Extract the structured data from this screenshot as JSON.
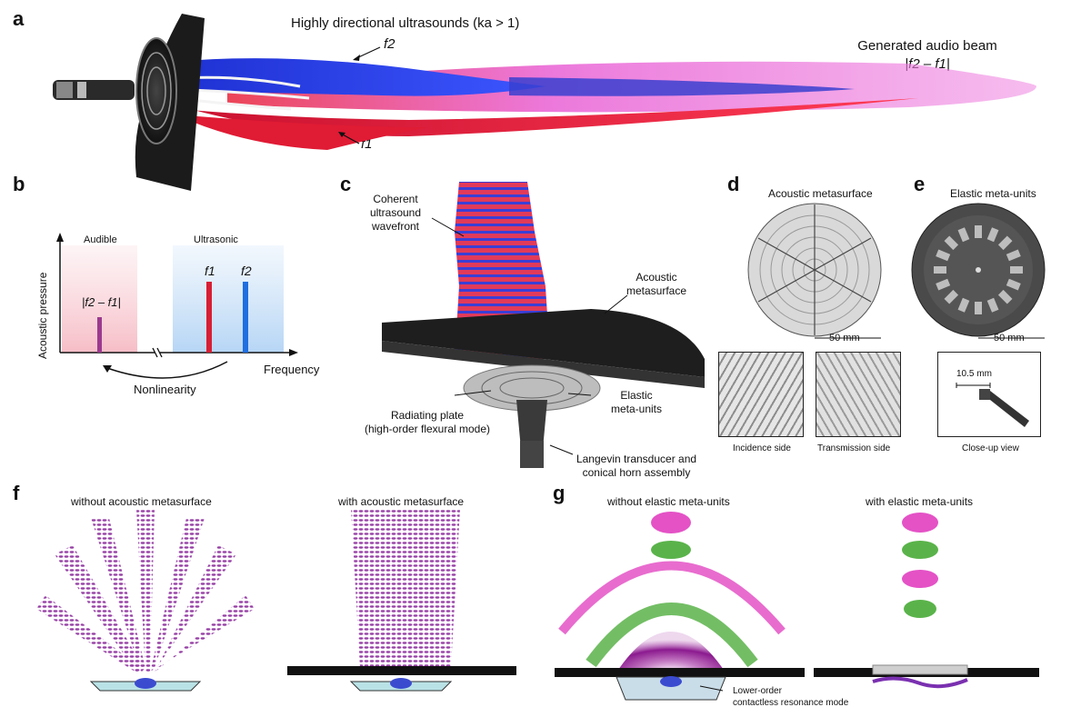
{
  "panels": {
    "a": {
      "label": "a",
      "title": "Highly directional ultrasounds (ka > 1)",
      "f2": "f2",
      "f1": "f1",
      "beam_title": "Generated audio beam",
      "beam_formula": "|f2 – f1|",
      "colors": {
        "blue": "#2a3bd9",
        "red": "#e8243a",
        "magenta": "#e64fd0"
      }
    },
    "b": {
      "label": "b",
      "region_left": "Audible",
      "region_right": "Ultrasonic",
      "y_axis": "Acoustic pressure",
      "x_axis": "Frequency",
      "diff_label": "|f2 – f1|",
      "f1": "f1",
      "f2": "f2",
      "arrow_label": "Nonlinearity"
    },
    "c": {
      "label": "c",
      "wavefront": [
        "Coherent",
        "ultrasound",
        "wavefront"
      ],
      "metasurface": [
        "Acoustic",
        "metasurface"
      ],
      "plate": [
        "Radiating plate",
        "(high-order flexural mode)"
      ],
      "elastic": [
        "Elastic",
        "meta-units"
      ],
      "transducer": [
        "Langevin transducer and",
        "conical horn assembly"
      ]
    },
    "d": {
      "label": "d",
      "title": "Acoustic metasurface",
      "scale": "50 mm",
      "inc": "Incidence side",
      "trans": "Transmission side"
    },
    "e": {
      "label": "e",
      "title": "Elastic meta-units",
      "scale": "50 mm",
      "closeup_scale": "10.5 mm",
      "closeup": "Close-up view"
    },
    "f": {
      "label": "f",
      "left": "without acoustic metasurface",
      "right": "with acoustic metasurface"
    },
    "g": {
      "label": "g",
      "left": "without elastic meta-units",
      "right": "with elastic meta-units",
      "mode": [
        "Lower-order",
        "contactless resonance mode"
      ],
      "colors": {
        "pink": "#e452c6",
        "green": "#5ab34a",
        "purple": "#8b1a8f"
      }
    }
  }
}
